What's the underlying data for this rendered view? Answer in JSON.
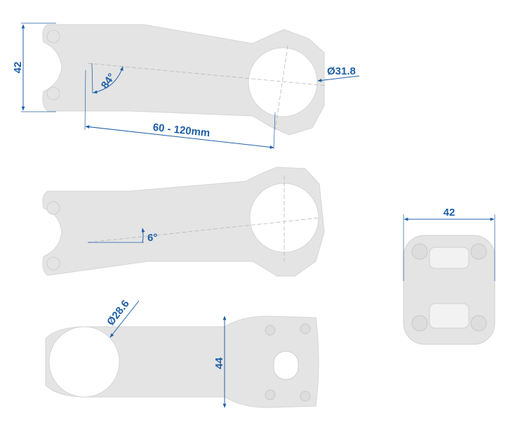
{
  "colors": {
    "dimension": "#1f5fa6",
    "part_fill": "#e4e4e4",
    "part_edge": "#d2d2d2"
  },
  "views": {
    "side_top": {
      "height_label": "42",
      "angle_label": "84°",
      "clamp_diameter_label": "Ø31.8",
      "length_label": "60 - 120mm"
    },
    "side_middle": {
      "rise_label": "6°"
    },
    "top_view": {
      "steerer_diameter_label": "Ø28.6",
      "clamp_height_label": "44"
    },
    "front_view": {
      "width_label": "42"
    }
  }
}
